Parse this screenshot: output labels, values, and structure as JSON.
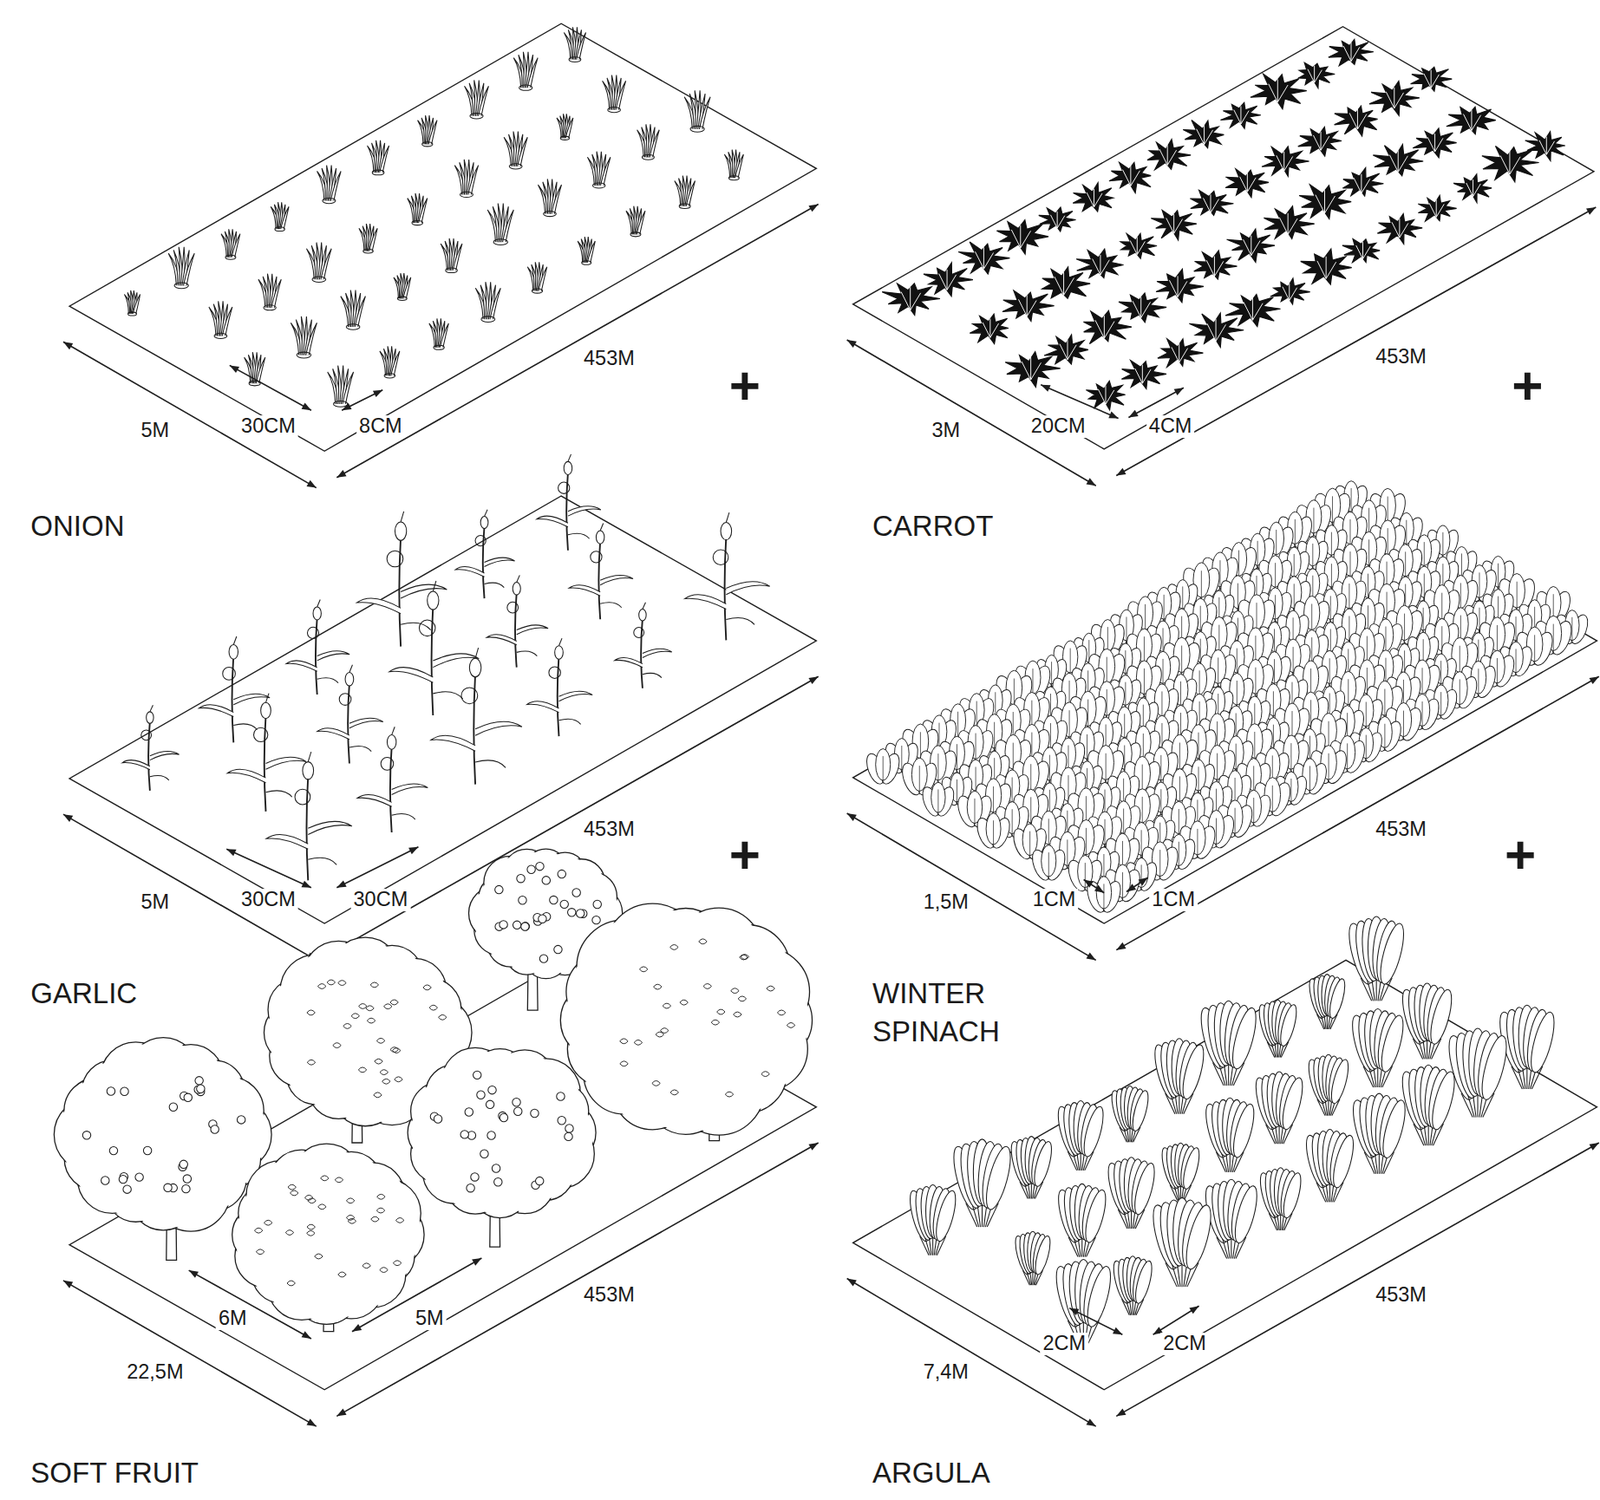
{
  "diagram": {
    "labels": [
      "5M",
      "30CM",
      "8CM",
      "453M",
      "+",
      "ONION",
      "3M",
      "20CM",
      "4CM",
      "453M",
      "+",
      "CARROT",
      "5M",
      "30CM",
      "30CM",
      "453M",
      "+",
      "GARLIC",
      "1,5M",
      "1CM",
      "1CM",
      "453M",
      "+",
      "WINTER SPINACH",
      "22,5M",
      "6M",
      "5M",
      "453M",
      "SOFT FRUIT",
      "7,4M",
      "2CM",
      "2CM",
      "453M",
      "ARGULA"
    ]
  }
}
